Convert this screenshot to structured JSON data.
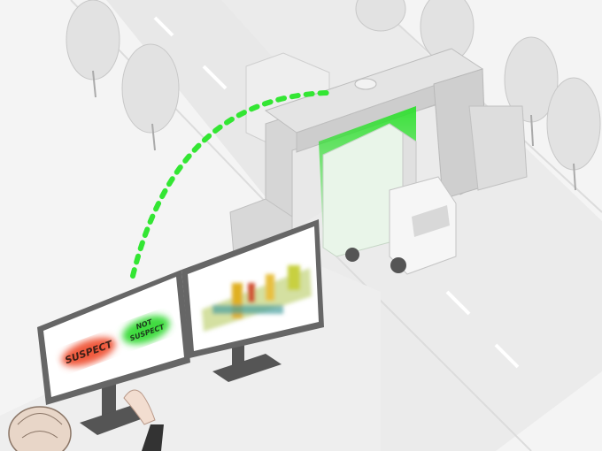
{
  "screen": {
    "suspect_label": "SUSPECT",
    "not_suspect_line1": "NOT",
    "not_suspect_line2": "SUSPECT"
  },
  "colors": {
    "scan_green": "#33e633",
    "suspect_red": "#f05a3c",
    "not_suspect_green": "#3fdc3f",
    "background": "#f4f4f4"
  }
}
